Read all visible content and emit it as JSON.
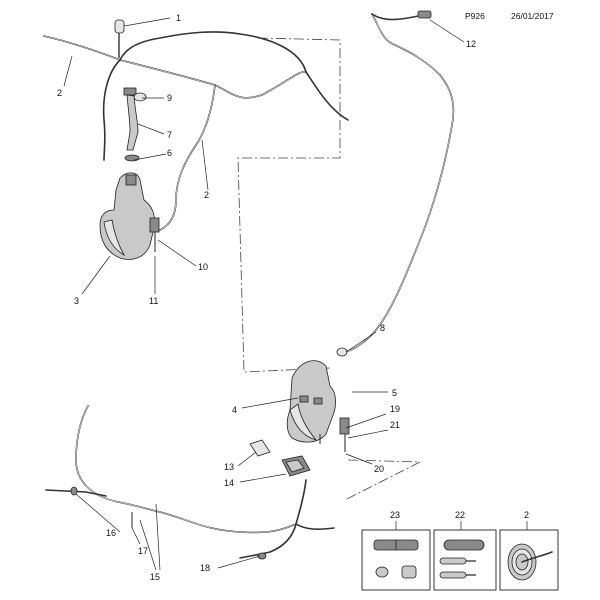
{
  "header": {
    "code": "P926",
    "date": "26/01/2017"
  },
  "callouts": [
    "1",
    "2",
    "2",
    "3",
    "4",
    "5",
    "6",
    "7",
    "8",
    "9",
    "10",
    "11",
    "12",
    "13",
    "14",
    "15",
    "16",
    "17",
    "18",
    "19",
    "20",
    "21"
  ],
  "kits": [
    {
      "label": "23"
    },
    {
      "label": "22"
    },
    {
      "label": "2"
    }
  ]
}
